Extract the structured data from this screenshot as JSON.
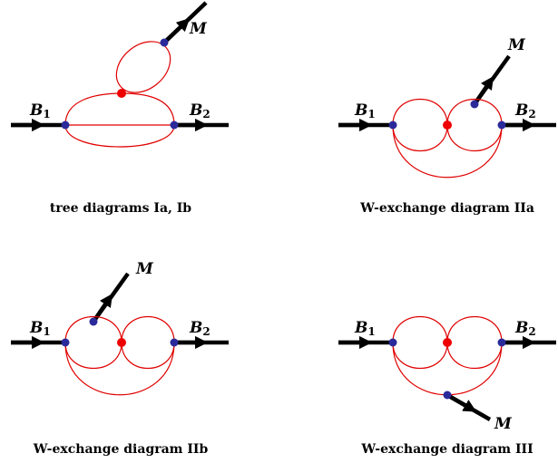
{
  "diagrams": [
    {
      "caption": "tree diagrams Ia, Ib",
      "labels": {
        "b1": "B",
        "b1_sub": "1",
        "b2": "B",
        "b2_sub": "2",
        "m": "M"
      }
    },
    {
      "caption": "W-exchange diagram IIa",
      "labels": {
        "b1": "B",
        "b1_sub": "1",
        "b2": "B",
        "b2_sub": "2",
        "m": "M"
      }
    },
    {
      "caption": "W-exchange diagram IIb",
      "labels": {
        "b1": "B",
        "b1_sub": "1",
        "b2": "B",
        "b2_sub": "2",
        "m": "M"
      }
    },
    {
      "caption": "W-exchange diagram III",
      "labels": {
        "b1": "B",
        "b1_sub": "1",
        "b2": "B",
        "b2_sub": "2",
        "m": "M"
      }
    }
  ],
  "colors": {
    "quark_line": "#e00000",
    "weak_vertex": "#ee0000",
    "strong_vertex": "#2a2a9a",
    "hadron_line": "#000000"
  }
}
